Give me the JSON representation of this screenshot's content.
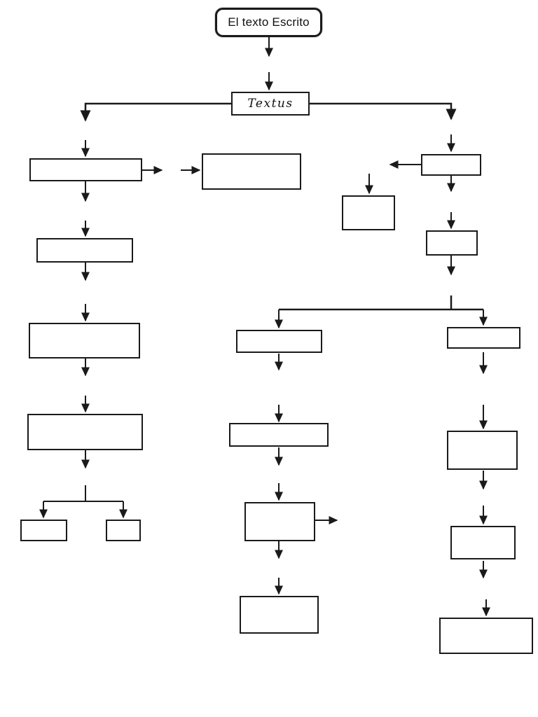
{
  "diagram": {
    "type": "flowchart",
    "background_color": "#ffffff",
    "ink_color": "#1a1a1a",
    "nodes": {
      "start": {
        "label": "El texto Escrito",
        "shape": "rounded-rectangle"
      },
      "textus": {
        "label": "Textus",
        "shape": "rectangle",
        "text_style": "script-italic"
      }
    },
    "empty_nodes": [
      "left-1",
      "left-2",
      "left-3",
      "left-4",
      "left-5a",
      "left-5b",
      "intro-box",
      "side-box",
      "right-top-1",
      "right-top-2",
      "mid-1",
      "mid-2",
      "mid-3",
      "mid-4",
      "right-1",
      "right-2",
      "right-3",
      "right-4"
    ]
  }
}
